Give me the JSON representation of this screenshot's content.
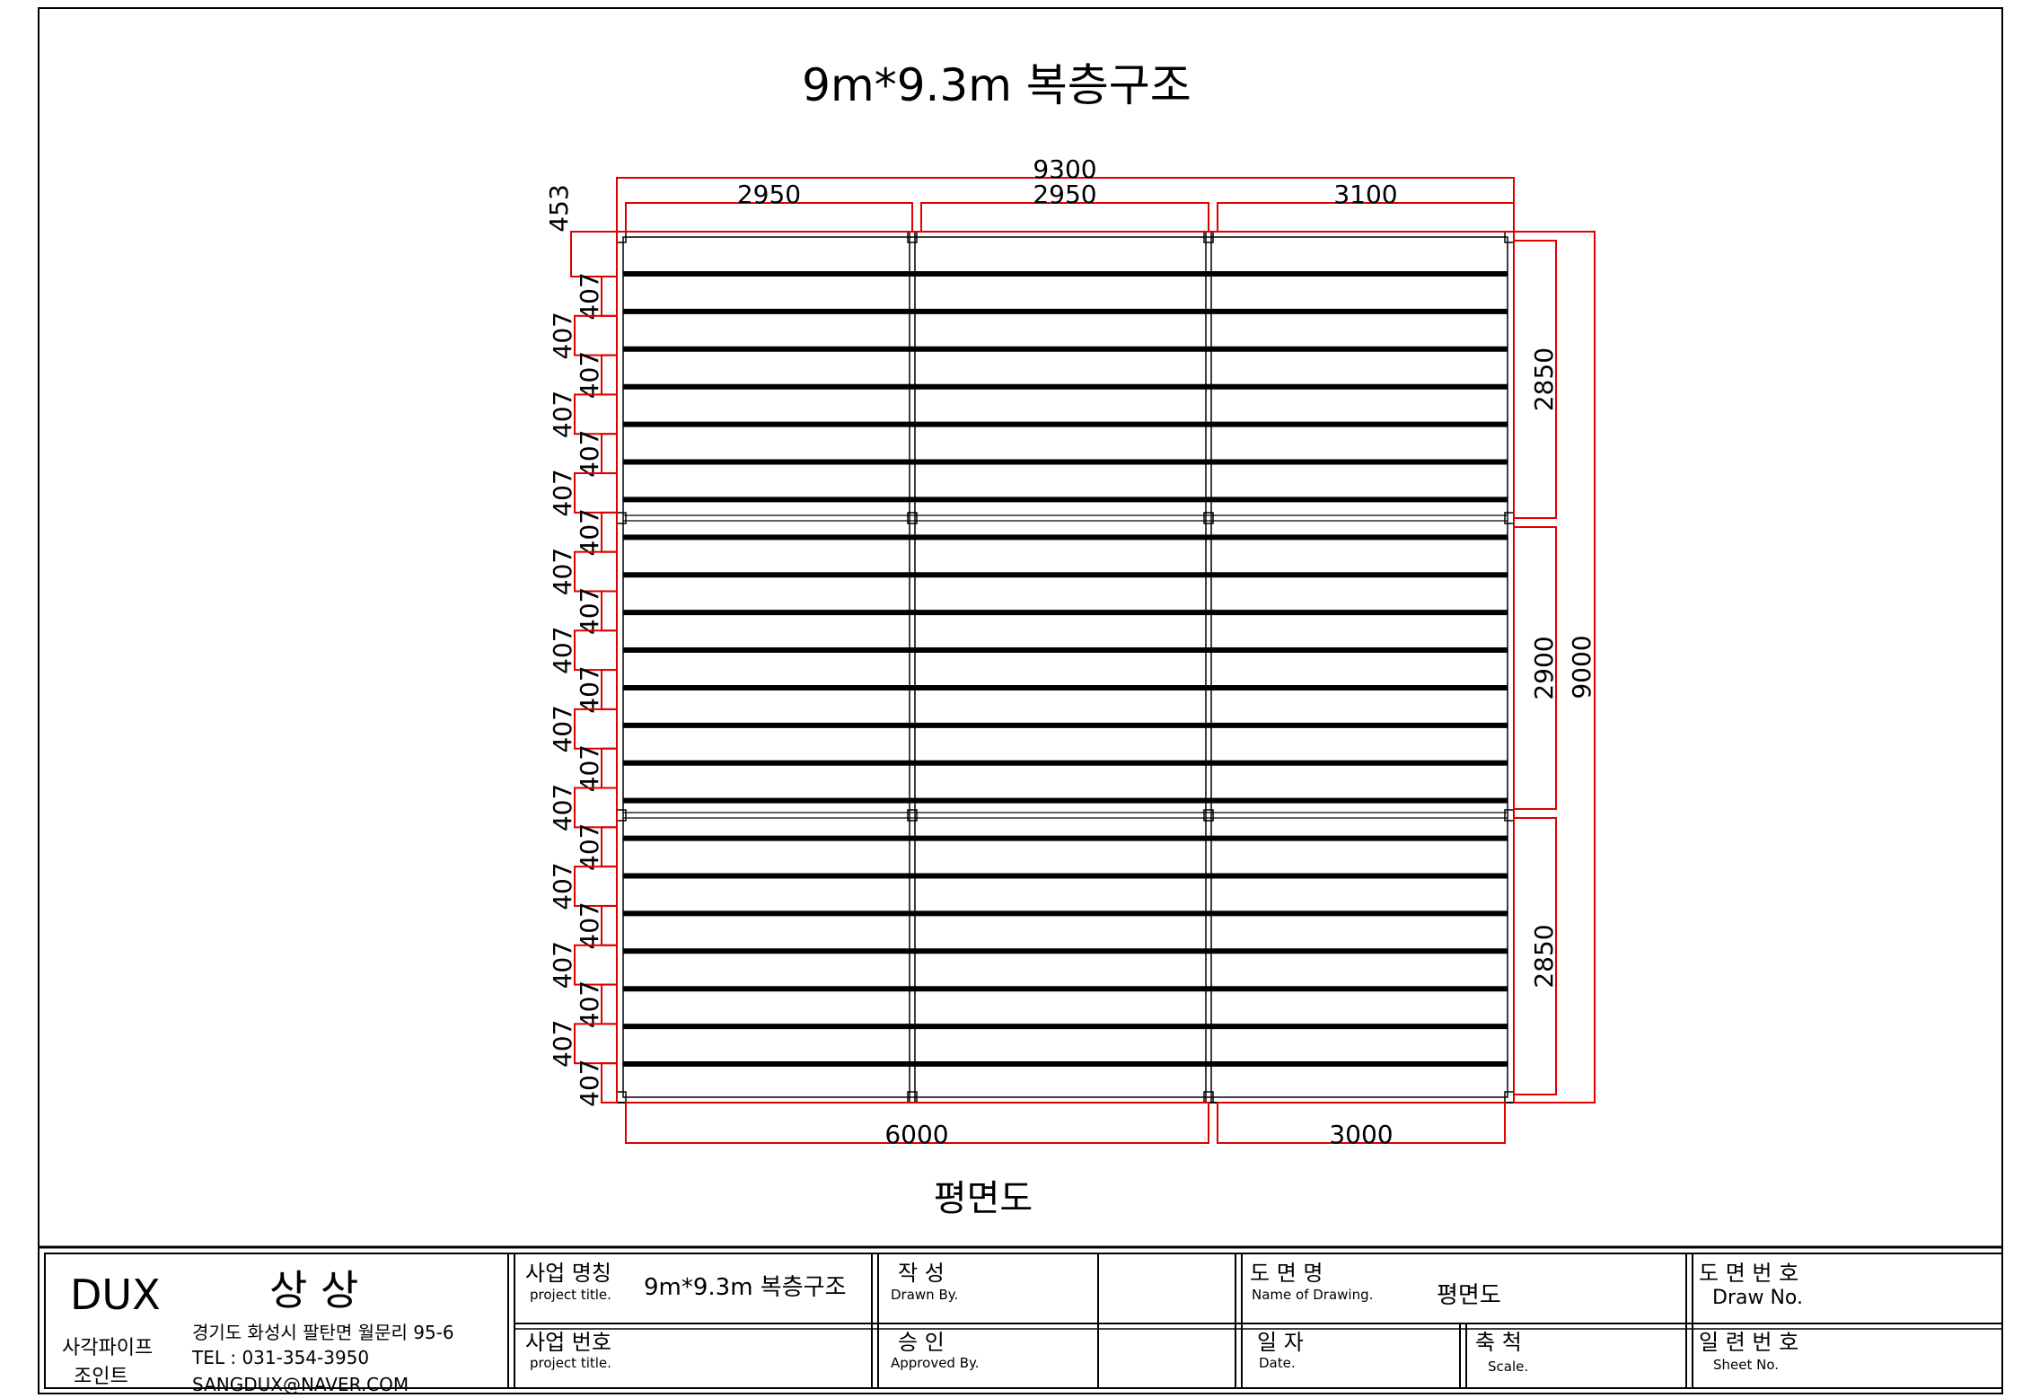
{
  "drawing": {
    "title": "9m*9.3m 복층구조",
    "subtitle": "평면도",
    "dimensions": {
      "top_total": "9300",
      "top_spans": [
        "2950",
        "2950",
        "3100"
      ],
      "left_first": "453",
      "left_joist_spacing": "407",
      "right_spans": [
        "2850",
        "2900",
        "2850"
      ],
      "right_total": "9000",
      "bottom_spans": [
        "6000",
        "3000"
      ]
    },
    "joist_count": 22,
    "colors": {
      "dimension": "#e00000",
      "structure": "#000000",
      "background": "#ffffff"
    }
  },
  "title_block": {
    "company": "DUX",
    "company_kr": "상 상",
    "product_line1": "사각파이프",
    "product_line2": "조인트",
    "address": "경기도 화성시 팔탄면 월문리 95-6",
    "tel": "TEL : 031-354-3950",
    "email": "SANGDUX@NAVER.COM",
    "project_name_label_kr": "사업 명칭",
    "project_name_label_en": "project title.",
    "project_name_value": "9m*9.3m 복층구조",
    "project_no_label_kr": "사업 번호",
    "project_no_label_en": "project title.",
    "drawn_label_kr": "작 성",
    "drawn_label_en": "Drawn By.",
    "approved_label_kr": "승 인",
    "approved_label_en": "Approved By.",
    "drawing_name_label_kr": "도 면 명",
    "drawing_name_label_en": "Name of Drawing.",
    "drawing_name_value": "평면도",
    "date_label_kr": "일 자",
    "date_label_en": "Date.",
    "scale_label_kr": "축 척",
    "scale_label_en": "Scale.",
    "draw_no_label_kr": "도 면 번 호",
    "draw_no_label_en": "Draw No.",
    "sheet_no_label_kr": "일 련 번 호",
    "sheet_no_label_en": "Sheet No."
  }
}
